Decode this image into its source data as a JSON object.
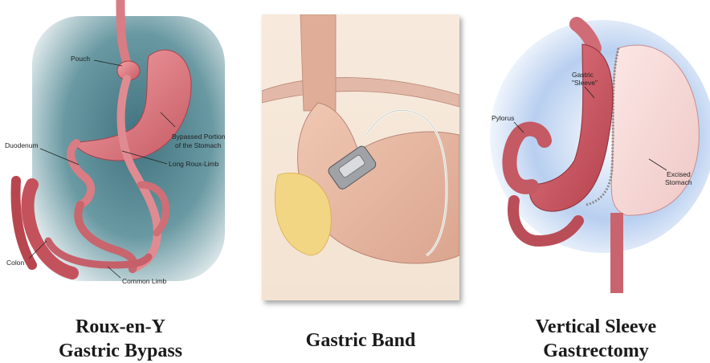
{
  "panels": [
    {
      "labels": {
        "pouch": "Pouch",
        "bypassed_1": "Bypassed Portion",
        "bypassed_2": "of the Stomach",
        "duodenum": "Duodenum",
        "roux_limb": "Long Roux-Limb",
        "colon": "Colon",
        "common_limb": "Common Limb"
      },
      "caption": [
        "Roux-en-Y",
        "Gastric Bypass"
      ]
    },
    {
      "caption": [
        "Gastric Band"
      ]
    },
    {
      "labels": {
        "gastric_1": "Gastric",
        "gastric_2": "\"Sleeve\"",
        "pylorus": "Pylorus",
        "excised_1": "Excised",
        "excised_2": "Stomach"
      },
      "caption": [
        "Vertical Sleeve",
        "Gastrectomy"
      ]
    }
  ]
}
